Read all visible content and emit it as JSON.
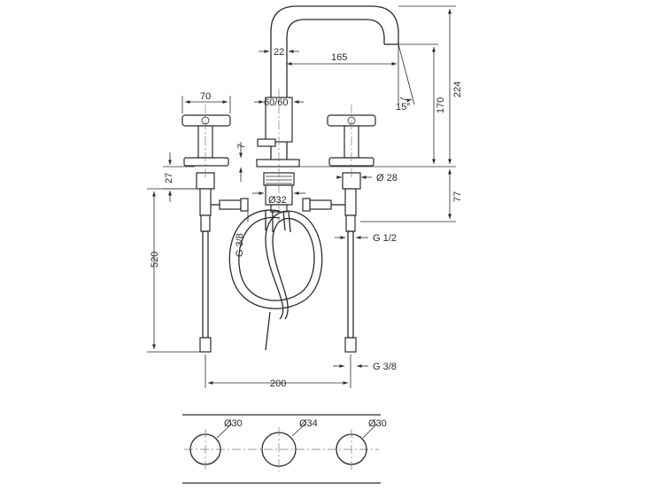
{
  "dimensions": {
    "d22": "22",
    "d165": "165",
    "d224": "224",
    "d170": "170",
    "d15deg": "15°",
    "d70": "70",
    "d60_60": "60/60",
    "d7": "7",
    "d27": "27",
    "d28": "Ø 28",
    "d77": "77",
    "d32": "Ø32",
    "g38_hose": "G 3/8",
    "g12": "G 1/2",
    "d520": "520",
    "g38_bottom": "G 3/8",
    "d200": "200",
    "hole_left": "Ø30",
    "hole_center": "Ø34",
    "hole_right": "Ø30"
  },
  "colors": {
    "line": "#2a2a2a",
    "centerline": "#777777"
  }
}
